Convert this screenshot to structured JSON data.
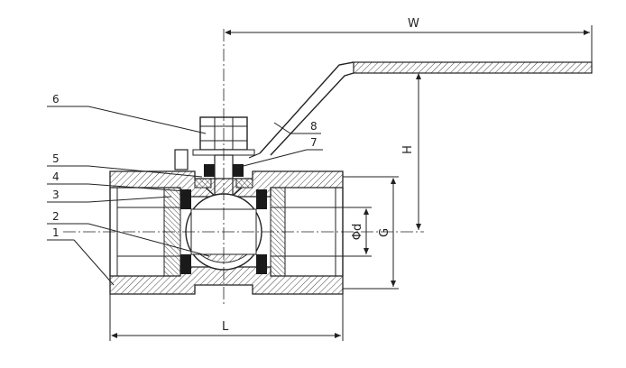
{
  "labels": {
    "parts": [
      "1",
      "2",
      "3",
      "4",
      "5",
      "6",
      "7",
      "8"
    ],
    "dimensions": {
      "w": "W",
      "h": "H",
      "l": "L",
      "d": "Φd",
      "g": "G"
    }
  },
  "colors": {
    "ink": "#222222",
    "hatch": "#444444",
    "seal": "#1a1a1a",
    "paper": "#ffffff"
  }
}
